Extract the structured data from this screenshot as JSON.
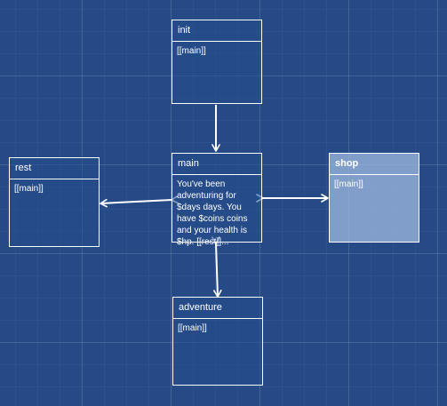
{
  "passages": {
    "init": {
      "title": "init",
      "excerpt": "[[main]]"
    },
    "main": {
      "title": "main",
      "excerpt": "You've been adventuring for $days days. You have $coins coins and your health is $hp. [[rest]]..."
    },
    "rest": {
      "title": "rest",
      "excerpt": "[[main]]"
    },
    "shop": {
      "title": "shop",
      "excerpt": "[[main]]"
    },
    "adventure": {
      "title": "adventure",
      "excerpt": "[[main]]"
    }
  },
  "links": [
    {
      "from": "init",
      "to": "main",
      "direction": "one-way"
    },
    {
      "from": "main",
      "to": "rest",
      "direction": "two-way"
    },
    {
      "from": "main",
      "to": "shop",
      "direction": "two-way"
    },
    {
      "from": "main",
      "to": "adventure",
      "direction": "two-way"
    }
  ],
  "colors": {
    "background": "#254a85",
    "passage_border": "#ffffff",
    "selected_passage": "#a0b9e1",
    "arrow": "#ffffff"
  },
  "selected": "shop"
}
